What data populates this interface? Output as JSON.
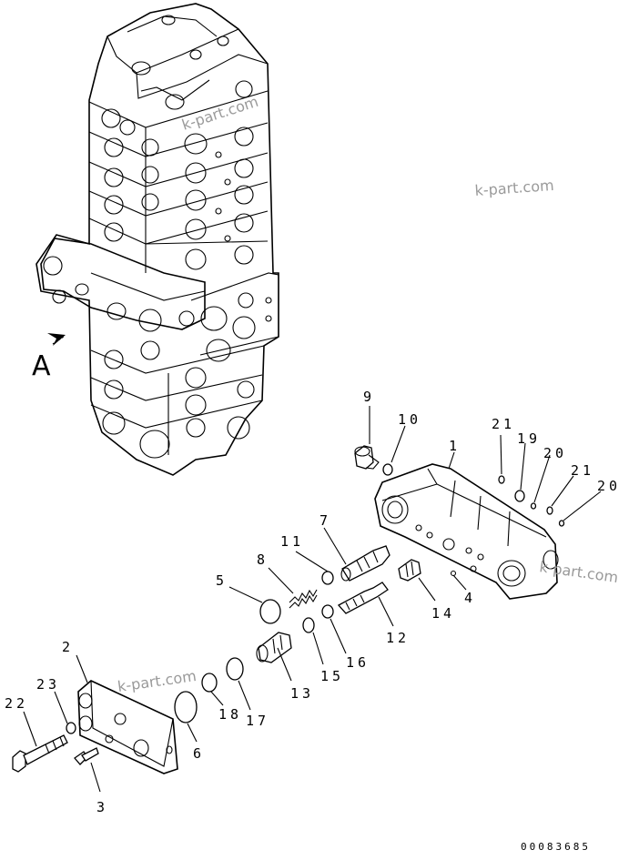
{
  "diagram": {
    "view_label": "A",
    "watermark": "k-part.com",
    "reference_code": "00083685",
    "callouts": [
      {
        "id": "c1",
        "label": "1"
      },
      {
        "id": "c2",
        "label": "2"
      },
      {
        "id": "c3",
        "label": "3"
      },
      {
        "id": "c4",
        "label": "4"
      },
      {
        "id": "c5",
        "label": "5"
      },
      {
        "id": "c6",
        "label": "6"
      },
      {
        "id": "c7",
        "label": "7"
      },
      {
        "id": "c8",
        "label": "8"
      },
      {
        "id": "c9",
        "label": "9"
      },
      {
        "id": "c10",
        "label": "10"
      },
      {
        "id": "c11",
        "label": "11"
      },
      {
        "id": "c12",
        "label": "12"
      },
      {
        "id": "c13",
        "label": "13"
      },
      {
        "id": "c14",
        "label": "14"
      },
      {
        "id": "c15",
        "label": "15"
      },
      {
        "id": "c16",
        "label": "16"
      },
      {
        "id": "c17",
        "label": "17"
      },
      {
        "id": "c18",
        "label": "18"
      },
      {
        "id": "c19",
        "label": "19"
      },
      {
        "id": "c20a",
        "label": "20"
      },
      {
        "id": "c20b",
        "label": "20"
      },
      {
        "id": "c21a",
        "label": "21"
      },
      {
        "id": "c21b",
        "label": "21"
      },
      {
        "id": "c22",
        "label": "22"
      },
      {
        "id": "c23",
        "label": "23"
      }
    ]
  }
}
